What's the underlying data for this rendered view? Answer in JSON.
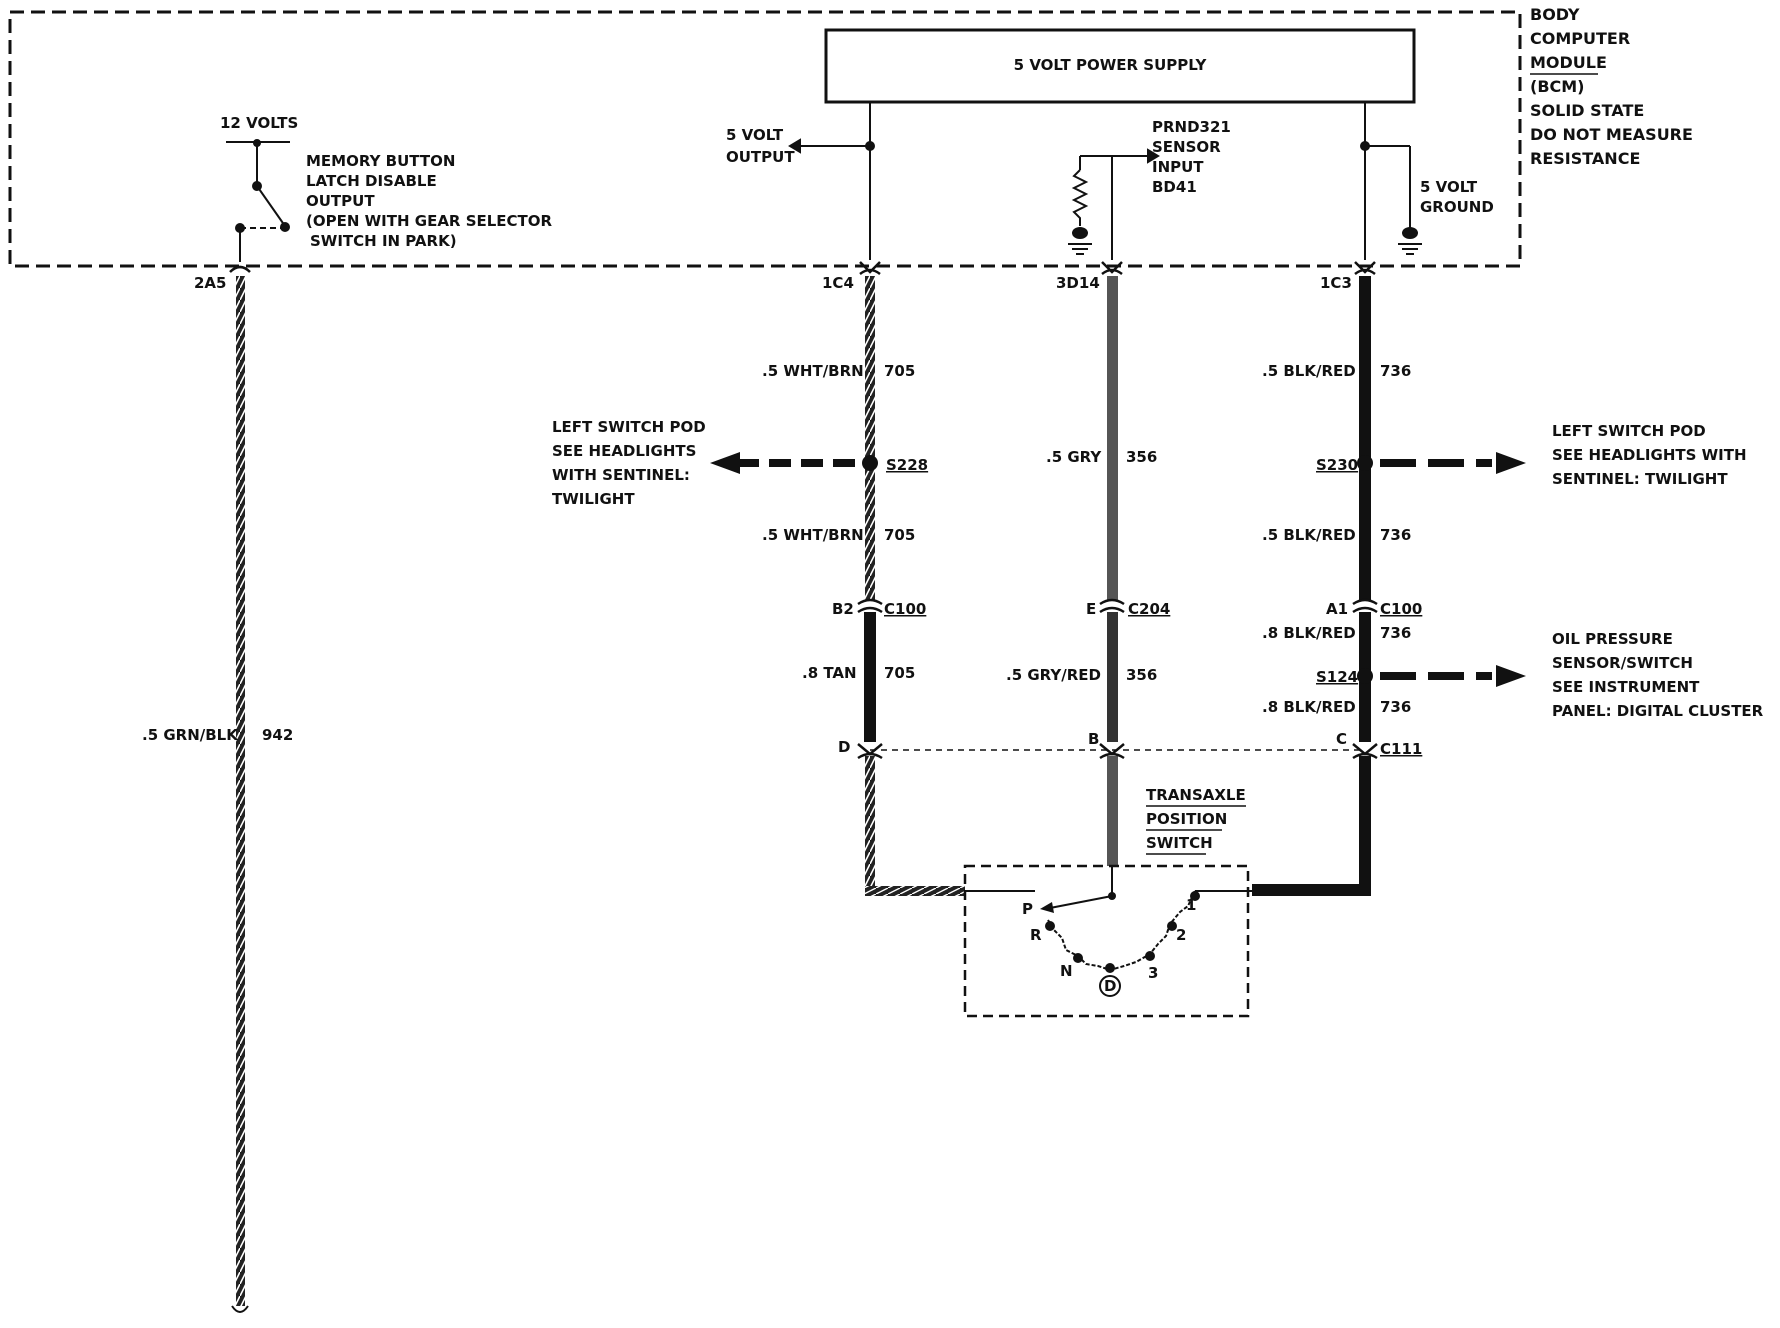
{
  "bcm": {
    "title_lines": [
      "BODY",
      "COMPUTER",
      "MODULE",
      "(BCM)"
    ],
    "note_lines": [
      "SOLID STATE",
      "DO NOT MEASURE",
      "RESISTANCE"
    ],
    "power_supply": "5 VOLT POWER SUPPLY",
    "twelve_volts": "12 VOLTS",
    "memory_button": [
      "MEMORY BUTTON",
      "LATCH DISABLE",
      "OUTPUT",
      "(OPEN WITH GEAR SELECTOR",
      "SWITCH IN PARK)"
    ],
    "five_volt_output": [
      "5 VOLT",
      "OUTPUT"
    ],
    "prnd_input": [
      "PRND321",
      "SENSOR",
      "INPUT",
      "BD41"
    ],
    "five_volt_ground": [
      "5 VOLT",
      "GROUND"
    ]
  },
  "pins": {
    "p2a5": "2A5",
    "p1c4": "1C4",
    "p3d14": "3D14",
    "p1c3": "1C3"
  },
  "wires": {
    "w942": {
      "gauge": ".5 GRN/BLK",
      "circuit": "942"
    },
    "w705a": {
      "gauge": ".5 WHT/BRN",
      "circuit": "705"
    },
    "w705b": {
      "gauge": ".5 WHT/BRN",
      "circuit": "705"
    },
    "w705c": {
      "gauge": ".8 TAN",
      "circuit": "705"
    },
    "w356a": {
      "gauge": ".5 GRY",
      "circuit": "356"
    },
    "w356b": {
      "gauge": ".5 GRY/RED",
      "circuit": "356"
    },
    "w736a": {
      "gauge": ".5 BLK/RED",
      "circuit": "736"
    },
    "w736b": {
      "gauge": ".5 BLK/RED",
      "circuit": "736"
    },
    "w736c": {
      "gauge": ".8 BLK/RED",
      "circuit": "736"
    },
    "w736d": {
      "gauge": ".8 BLK/RED",
      "circuit": "736"
    }
  },
  "splices": {
    "s228": "S228",
    "s230": "S230",
    "s124": "S124"
  },
  "connectors": {
    "c100_left": {
      "pin": "B2",
      "name": "C100"
    },
    "c204": {
      "pin": "E",
      "name": "C204"
    },
    "c100_right": {
      "pin": "A1",
      "name": "C100"
    },
    "c111": {
      "pin_d": "D",
      "pin_b": "B",
      "pin_c": "C",
      "name": "C111"
    }
  },
  "refs": {
    "left_pod_1": [
      "LEFT SWITCH POD",
      "SEE HEADLIGHTS",
      "WITH SENTINEL:",
      "TWILIGHT"
    ],
    "left_pod_2": [
      "LEFT SWITCH POD",
      "SEE HEADLIGHTS WITH",
      "SENTINEL:  TWILIGHT"
    ],
    "oil_pressure": [
      "OIL PRESSURE",
      "SENSOR/SWITCH",
      "SEE INSTRUMENT",
      "PANEL:  DIGITAL CLUSTER"
    ]
  },
  "transaxle": {
    "title_lines": [
      "TRANSAXLE",
      "POSITION",
      "SWITCH"
    ],
    "positions": {
      "p": "P",
      "r": "R",
      "n": "N",
      "d": "D",
      "three": "3",
      "two": "2",
      "one": "1"
    }
  }
}
